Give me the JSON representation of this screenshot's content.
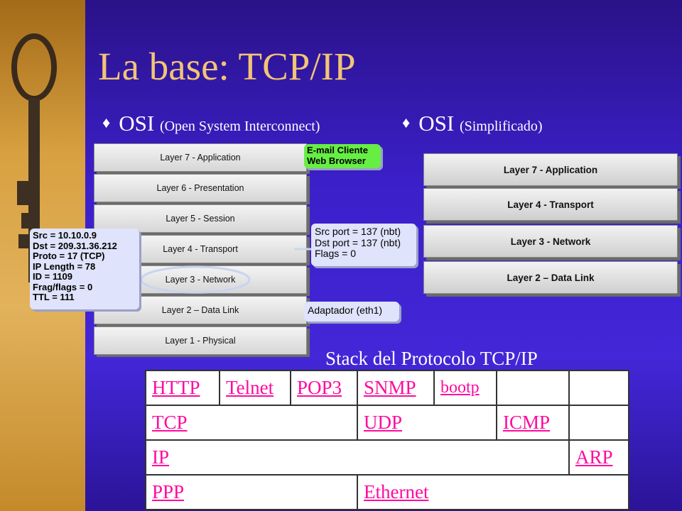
{
  "slide": {
    "title": "La base:  TCP/IP",
    "bullet_left_main": "OSI",
    "bullet_left_sub": "(Open System Interconnect)",
    "bullet_right_main": "OSI",
    "bullet_right_sub": "(Simplificado)",
    "bullet_glyph": "♦",
    "title_color": "#f2c476",
    "link_color": "#ff0aa0"
  },
  "osi_layers": [
    "Layer 7 - Application",
    "Layer 6 - Presentation",
    "Layer 5 - Session",
    "Layer 4 - Transport",
    "Layer 3 - Network",
    "Layer 2 – Data Link",
    "Layer 1 - Physical"
  ],
  "callouts": {
    "app": [
      "E-mail Cliente",
      "Web Browser"
    ],
    "ip": [
      "Src = 10.10.0.9",
      "Dst = 209.31.36.212",
      "Proto = 17 (TCP)",
      "IP Length = 78",
      "ID = 1109",
      "Frag/flags = 0",
      "TTL = 111"
    ],
    "transport": [
      "Src port = 137 (nbt)",
      "Dst port = 137 (nbt)",
      "Flags = 0"
    ],
    "datalink": [
      "Adaptador (eth1)"
    ]
  },
  "simplified_layers": [
    "Layer 7 - Application",
    "Layer 4 - Transport",
    "Layer 3 - Network",
    "Layer 2 – Data Link"
  ],
  "stack": {
    "title": "Stack del Protocolo TCP/IP",
    "row1": [
      "HTTP",
      "Telnet",
      "POP3",
      "SNMP",
      "bootp",
      "",
      ""
    ],
    "row2": [
      "TCP",
      "UDP",
      "ICMP",
      ""
    ],
    "row3": [
      "IP",
      "ARP"
    ],
    "row4": [
      "PPP",
      "Ethernet"
    ]
  }
}
